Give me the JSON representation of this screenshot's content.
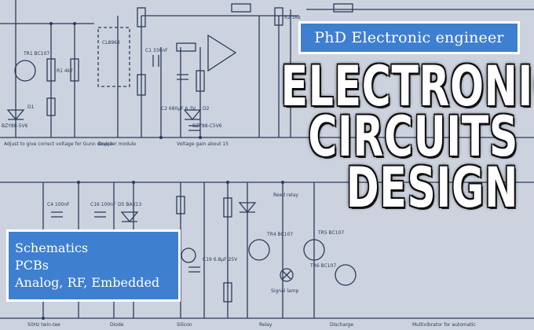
{
  "top_badge": {
    "text": "PhD Electronic engineer"
  },
  "title": {
    "lines": [
      "ELECTRONIC",
      "CIRCUITS",
      "DESIGN"
    ]
  },
  "services": {
    "items": [
      "Schematics",
      "PCBs",
      "Analog, RF, Embedded"
    ]
  },
  "schematic_labels": {
    "ic": "CL8963",
    "l1": "Adjust to give correct voltage for Gunn device",
    "l2": "Doppler module",
    "l3": "Voltage gain about 15",
    "l4": "Reed relay",
    "l5": "Signal lamp",
    "l6": "50Hz twin-tee",
    "l7": "Diode",
    "l8": "Silicon",
    "l9": "Relay",
    "l10": "Discharge",
    "l11": "Multivibrator for automatic",
    "z1": "BZY88-5V6",
    "z2": "BZY88-C5V6",
    "t1": "TR1 BC107",
    "t2": "TR5 BC107",
    "t3": "TR4 BC107",
    "t4": "TR6 BC107",
    "d1": "D1",
    "d2": "D2",
    "r1": "R1 4k7",
    "r2": "R2 56k",
    "c1": "C1 330nF",
    "c2": "C2 680µF 6.3V",
    "c4": "C4 100nF",
    "c16": "C16 100nF",
    "c19": "C19 6.8µF 25V",
    "d5": "D5 BAX13"
  },
  "colors": {
    "badge": "#3f7fd0",
    "schematic_bg": "#cdd3de",
    "line": "#2a3a5a"
  }
}
